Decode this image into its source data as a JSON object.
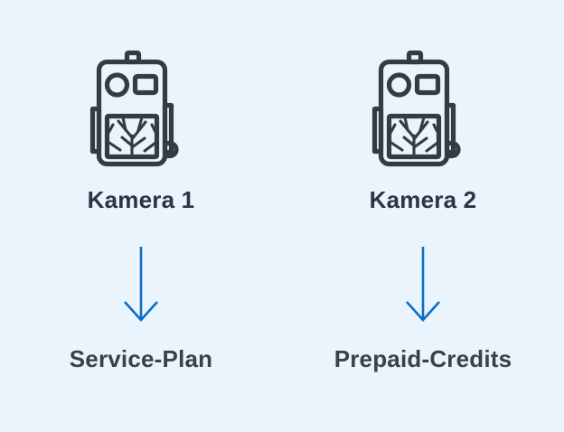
{
  "background_color": "#e9f4fd",
  "icon_color": "#343b45",
  "arrow_color": "#0b6fc4",
  "node_label_color": "#2c3440",
  "outcome_label_color": "#3a4149",
  "branches": [
    {
      "icon_name": "trail-camera-icon",
      "node_label": "Kamera 1",
      "arrow_name": "down-arrow-icon",
      "outcome_label": "Service-Plan"
    },
    {
      "icon_name": "trail-camera-icon",
      "node_label": "Kamera 2",
      "arrow_name": "down-arrow-icon",
      "outcome_label": "Prepaid-Credits"
    }
  ]
}
